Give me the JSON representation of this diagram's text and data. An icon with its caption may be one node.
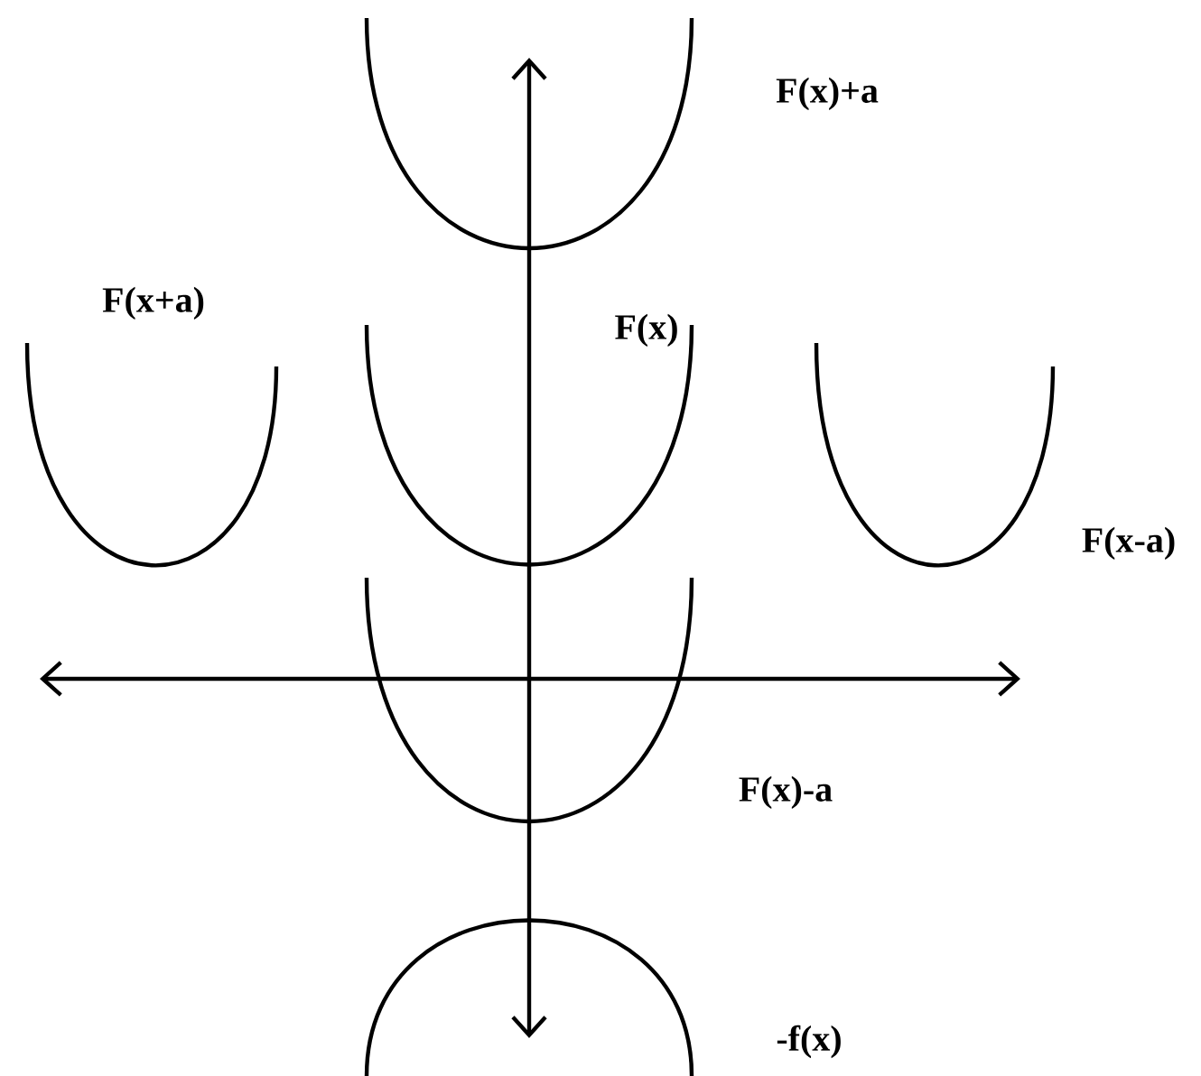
{
  "diagram": {
    "labels": [
      "F(x)+a",
      "F(x+a)",
      "F(x)",
      "F(x-a)",
      "F(x)-a",
      "-f(x)"
    ]
  }
}
